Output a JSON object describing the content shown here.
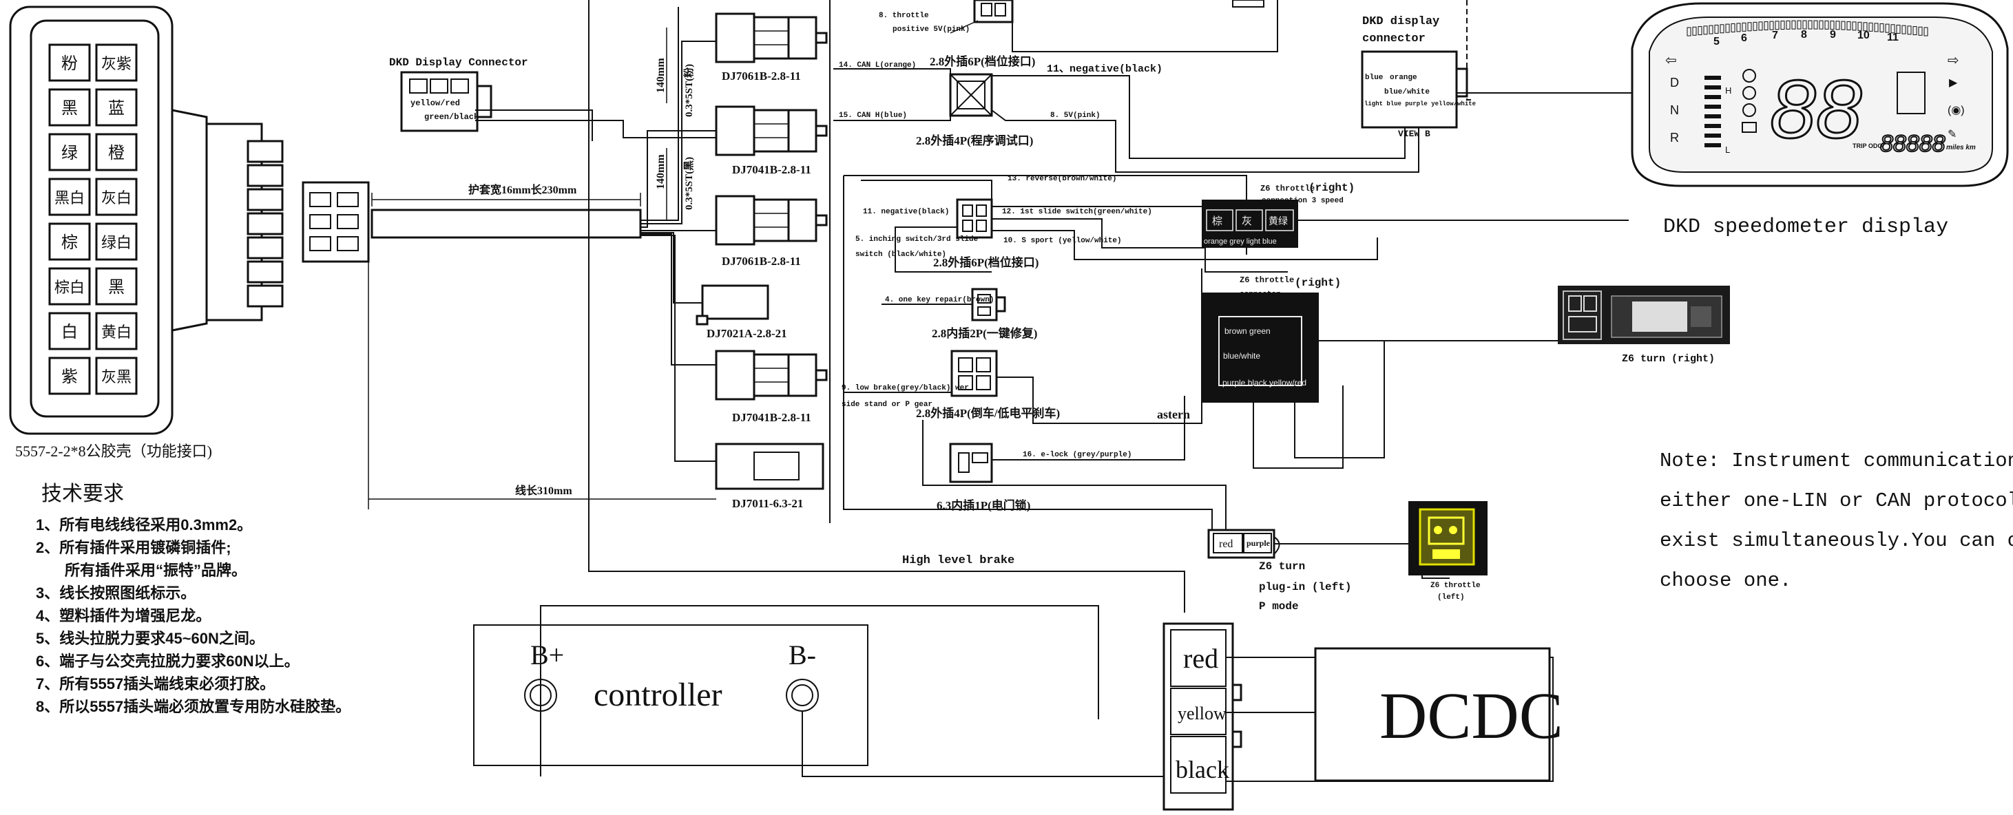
{
  "left_connector": {
    "grid": [
      [
        "粉",
        "灰紫"
      ],
      [
        "黑",
        "蓝"
      ],
      [
        "绿",
        "橙"
      ],
      [
        "黑白",
        "灰白"
      ],
      [
        "棕",
        "绿白"
      ],
      [
        "棕白",
        "黑"
      ],
      [
        "白",
        "黄白"
      ],
      [
        "紫",
        "灰黑"
      ]
    ],
    "caption": "5557-2-2*8公胶壳（功能接口)"
  },
  "tech": {
    "title": "技术要求",
    "items": [
      "1、所有电线线径采用0.3mm2。",
      "2、所有插件采用镀磷铜插件;",
      "所有插件采用“振特”品牌。",
      "3、线长按照图纸标示。",
      "4、塑料插件为增强尼龙。",
      "5、线头拉脱力要求45~60N之间。",
      "6、端子与公交壳拉脱力要求60N以上。",
      "7、所有5557插头端线束必须打胶。",
      "8、所以5557插头端必须放置专用防水硅胶垫。"
    ]
  },
  "harness": {
    "sleeve": "护套宽16mm长230mm",
    "length_310": "线长310mm",
    "len_140a": "140mm",
    "len_140b": "140mm",
    "side_a": "0.3*5ST(粉)",
    "side_b": "0.3*5ST(黑)"
  },
  "dkd_small": {
    "title": "DKD Display Connector",
    "w1": "yellow/red",
    "w2": "green/black"
  },
  "connectors": {
    "c1": "DJ7061B-2.8-11",
    "c2": "DJ7041B-2.8-11",
    "c3": "DJ7061B-2.8-11",
    "c4": "DJ7021A-2.8-21",
    "c5": "DJ7041B-2.8-11",
    "c6": "DJ7011-6.3-21"
  },
  "pins": {
    "p8": "8. throttle",
    "p8b": "positive 5V(pink)",
    "p14": "14. CAN L(orange)",
    "head1": "2.8外插6P(档位接口)",
    "p11a": "11、negative(black)",
    "p15": "15. CAN H(blue)",
    "p8c": "8. 5V(pink)",
    "head2": "2.8外插4P(程序调试口)",
    "p13": "13. reverse(brown/white)",
    "p11b": "11. negative(black)",
    "p12": "12. 1st slide switch(green/white)",
    "p5": "5. inching switch/3rd slide",
    "p5b": "switch (black/white)",
    "p10": "10. S sport (yellow/white)",
    "head3": "2.8外插6P(档位接口)",
    "p4": "4. one key repair(brown)",
    "head4": "2.8内插2P(一键修复)",
    "p9": "9. low brake(grey/black) wer",
    "p9b": "side stand or P gear",
    "head5": "2.8外插4P(倒车/低电平刹车)",
    "astern": "astern",
    "p16": "16. e-lock (grey/purple)",
    "head6": "6.3内插1P(电门锁)",
    "brake": "High level brake"
  },
  "dkd_right": {
    "title1": "DKD display",
    "title2": "connector",
    "w1": "blue",
    "w2": "orange",
    "w3": "blue/white",
    "w4": "light blue purple yellow/white",
    "view": "VIEW B"
  },
  "z6_throttle_speed": {
    "title1": "Z6 throttle",
    "title2": "(right)",
    "title3": "connection 3 speed",
    "cells": [
      "棕",
      "灰",
      "黄绿"
    ],
    "colors": "orange grey light blue"
  },
  "z6_throttle_conn": {
    "title1": "Z6 throttle",
    "title2": "(right)",
    "title3": "connector",
    "w1": "brown green",
    "w2": "blue/white",
    "w3": "purple black yellow/red"
  },
  "z6_turn_right": "Z6 turn (right)",
  "z6_turn_left": {
    "w1": "red",
    "w2": "purple",
    "t1": "Z6 turn",
    "t2": "plug-in (left)",
    "t3": "P mode"
  },
  "z6_throttle_left": {
    "t1": "Z6 throttle",
    "t2": "(left)"
  },
  "speedo": {
    "caption": "DKD speedometer display",
    "big": "88",
    "odo": "88888",
    "unit": "miles km",
    "ticks": [
      "5",
      "6",
      "7",
      "8",
      "9",
      "10",
      "11"
    ],
    "gears": [
      "D",
      "N",
      "R"
    ],
    "levels": [
      "H",
      "L"
    ],
    "trip": "TRIP ODO"
  },
  "note": {
    "l1": "Note: Instrument communication vi",
    "l2": "either one-LIN or CAN protocol can",
    "l3": "exist simultaneously.You can only",
    "l4": "choose one."
  },
  "controller": {
    "label": "controller",
    "bplus": "B+",
    "bminus": "B-"
  },
  "plug3": {
    "red": "red",
    "yellow": "yellow",
    "black": "black"
  },
  "dcdc": "DCDC"
}
